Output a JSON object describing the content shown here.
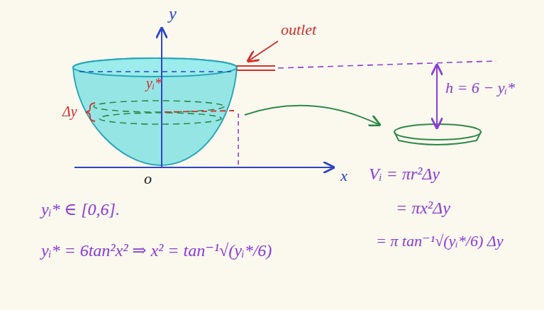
{
  "diagram": {
    "labels": [
      "y",
      "outlet",
      "yᵢ*",
      "Δy",
      "o",
      "x",
      "h = 6 − yᵢ*",
      "Vᵢ = πr²Δy",
      "= πx²Δy",
      "= π tan⁻¹√(yᵢ*/6) Δy",
      "yᵢ* ∈ [0,6].",
      "yᵢ* = 6tan²x² ⇒ x² = tan⁻¹√(yᵢ*/6)"
    ]
  }
}
